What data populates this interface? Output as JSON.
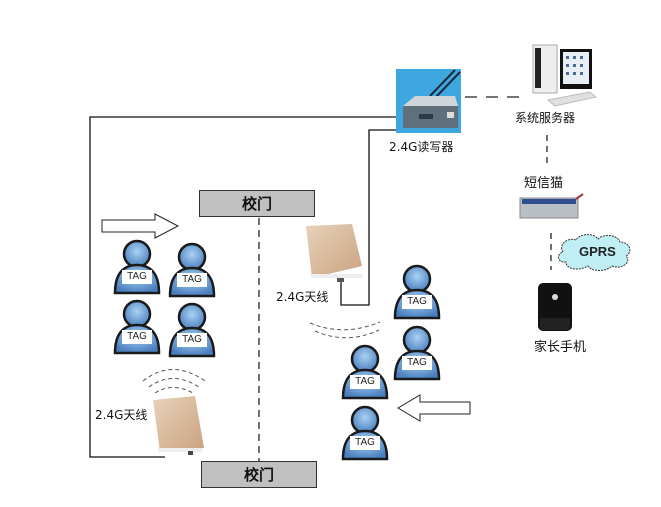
{
  "title": "School gate RFID attendance system",
  "labels": {
    "reader": "2.4G读写器",
    "server": "系统服务器",
    "sms_modem": "短信猫",
    "gprs": "GPRS",
    "parent_phone": "家长手机",
    "antenna_top": "2.4G天线",
    "antenna_bottom": "2.4G天线",
    "gate_top": "校门",
    "gate_bottom": "校门"
  },
  "tags": [
    {
      "label": "TAG"
    },
    {
      "label": "TAG"
    },
    {
      "label": "TAG"
    },
    {
      "label": "TAG"
    },
    {
      "label": "TAG"
    },
    {
      "label": "TAG"
    },
    {
      "label": "TAG"
    },
    {
      "label": "TAG"
    }
  ],
  "colors": {
    "person_fill": "#5b8fc9",
    "person_stroke": "#1a1a1a",
    "gate_fill": "#c0c0c0",
    "cloud_fill": "#bfeef5",
    "antenna_fill": "#d9b99a",
    "reader_bg": "#3fa7e0"
  }
}
